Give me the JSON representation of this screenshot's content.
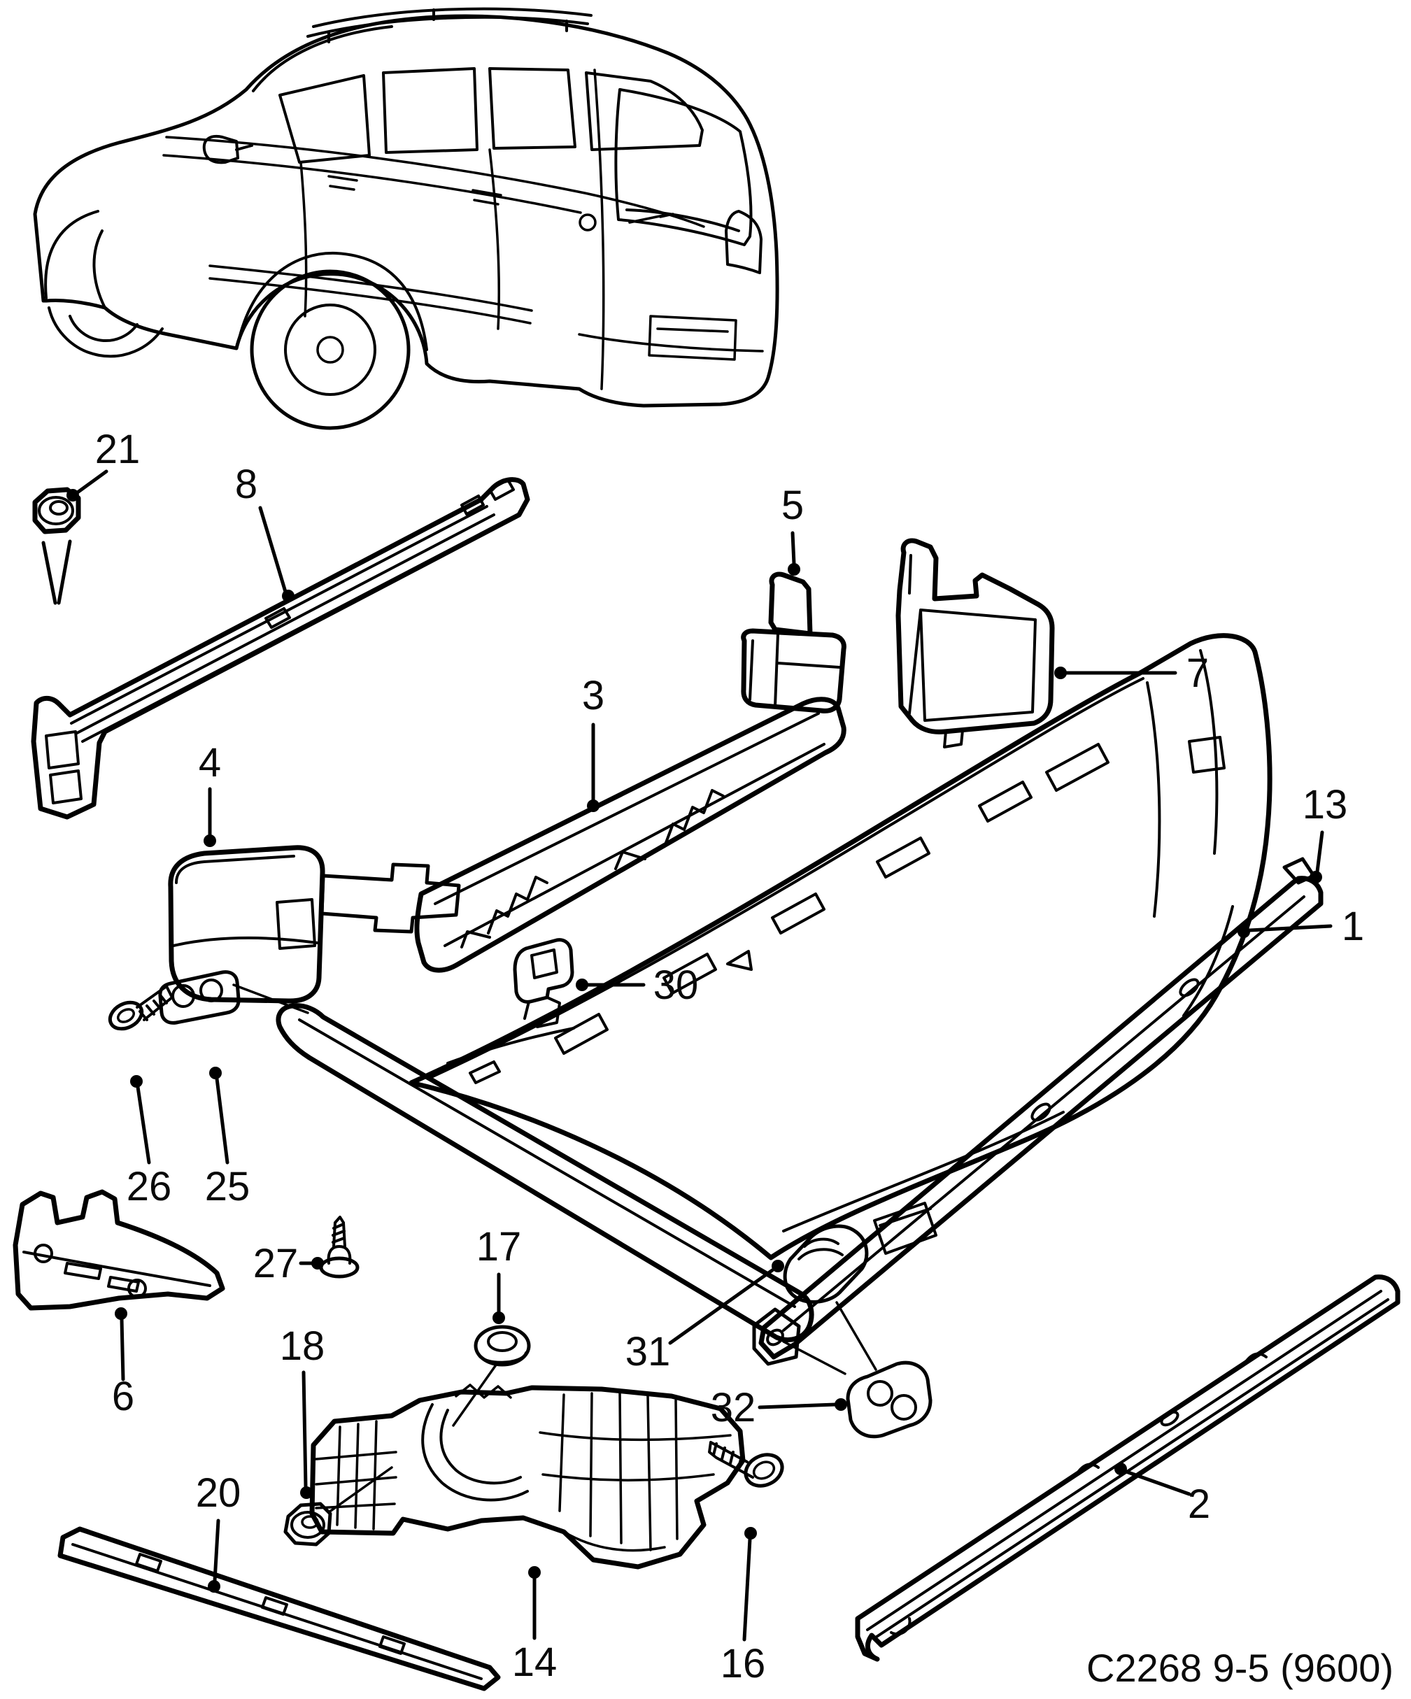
{
  "diagram": {
    "drawing_code": "C2268 9-5 (9600)",
    "colors": {
      "line": "#000000",
      "background": "#ffffff"
    },
    "callouts": {
      "c1": "1",
      "c2": "2",
      "c3": "3",
      "c4": "4",
      "c5": "5",
      "c6": "6",
      "c7": "7",
      "c8": "8",
      "c13": "13",
      "c14": "14",
      "c16": "16",
      "c17": "17",
      "c18": "18",
      "c20": "20",
      "c21": "21",
      "c25": "25",
      "c26": "26",
      "c27": "27",
      "c30": "30",
      "c31": "31",
      "c32": "32"
    }
  }
}
